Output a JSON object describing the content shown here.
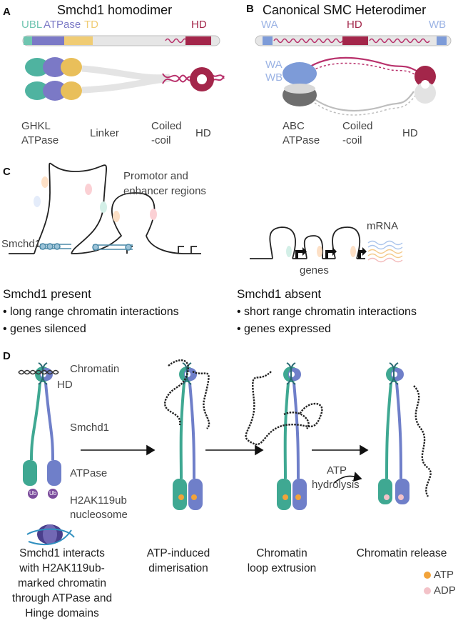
{
  "colors": {
    "ubl": "#6fc5b0",
    "atpase": "#7b79c6",
    "td": "#f0cc74",
    "hd": "#a3264a",
    "coil": "#b8306b",
    "wa_wb": "#7d9bd8",
    "teal": "#3fa892",
    "blue": "#6f7fc9",
    "atp": "#f2a33a",
    "adp": "#f3c2c8",
    "grey": "#b8b8b8"
  },
  "panel_a": {
    "letter": "A",
    "title": "Smchd1 homodimer",
    "bar_labels": {
      "ubl": "UBL",
      "atpase": "ATPase",
      "td": "TD",
      "hd": "HD"
    },
    "bottom_labels": {
      "ghkl_1": "GHKL",
      "ghkl_2": "ATPase",
      "linker": "Linker",
      "coiled_1": "Coiled",
      "coiled_2": "-coil",
      "hd": "HD"
    }
  },
  "panel_b": {
    "letter": "B",
    "title": "Canonical SMC Heterodimer",
    "bar_labels": {
      "wa": "WA",
      "hd": "HD",
      "wb": "WB"
    },
    "side_labels": {
      "wa": "WA",
      "wb": "WB"
    },
    "bottom_labels": {
      "abc_1": "ABC",
      "abc_2": "ATPase",
      "coiled_1": "Coiled",
      "coiled_2": "-coil",
      "hd": "HD"
    }
  },
  "panel_c": {
    "letter": "C",
    "promotor_1": "Promotor and",
    "promotor_2": "enhancer regions",
    "smchd1_label": "Smchd1",
    "mrna": "mRNA",
    "genes": "genes",
    "present": {
      "heading": "Smchd1 present",
      "bullets": [
        "• long range chromatin interactions",
        "• genes silenced"
      ]
    },
    "absent": {
      "heading": "Smchd1 absent",
      "bullets": [
        "• short range chromatin interactions",
        "• genes expressed"
      ]
    }
  },
  "panel_d": {
    "letter": "D",
    "labels": {
      "chromatin": "Chromatin",
      "hd": "HD",
      "smchd1": "Smchd1",
      "atpase": "ATPase",
      "h2ak_1": "H2AK119ub",
      "h2ak_2": "nucleosome",
      "ub": "Ub",
      "atp_hydro_1": "ATP",
      "atp_hydro_2": "hydrolysis",
      "legend_atp": "ATP",
      "legend_adp": "ADP"
    },
    "captions": {
      "step1": [
        "Smchd1 interacts",
        "with H2AK119ub-",
        "marked chromatin",
        "through ATPase and",
        "Hinge domains"
      ],
      "step2": [
        "ATP-induced",
        "dimerisation"
      ],
      "step3": [
        "Chromatin",
        "loop extrusion"
      ],
      "step4": [
        "Chromatin release"
      ]
    }
  }
}
